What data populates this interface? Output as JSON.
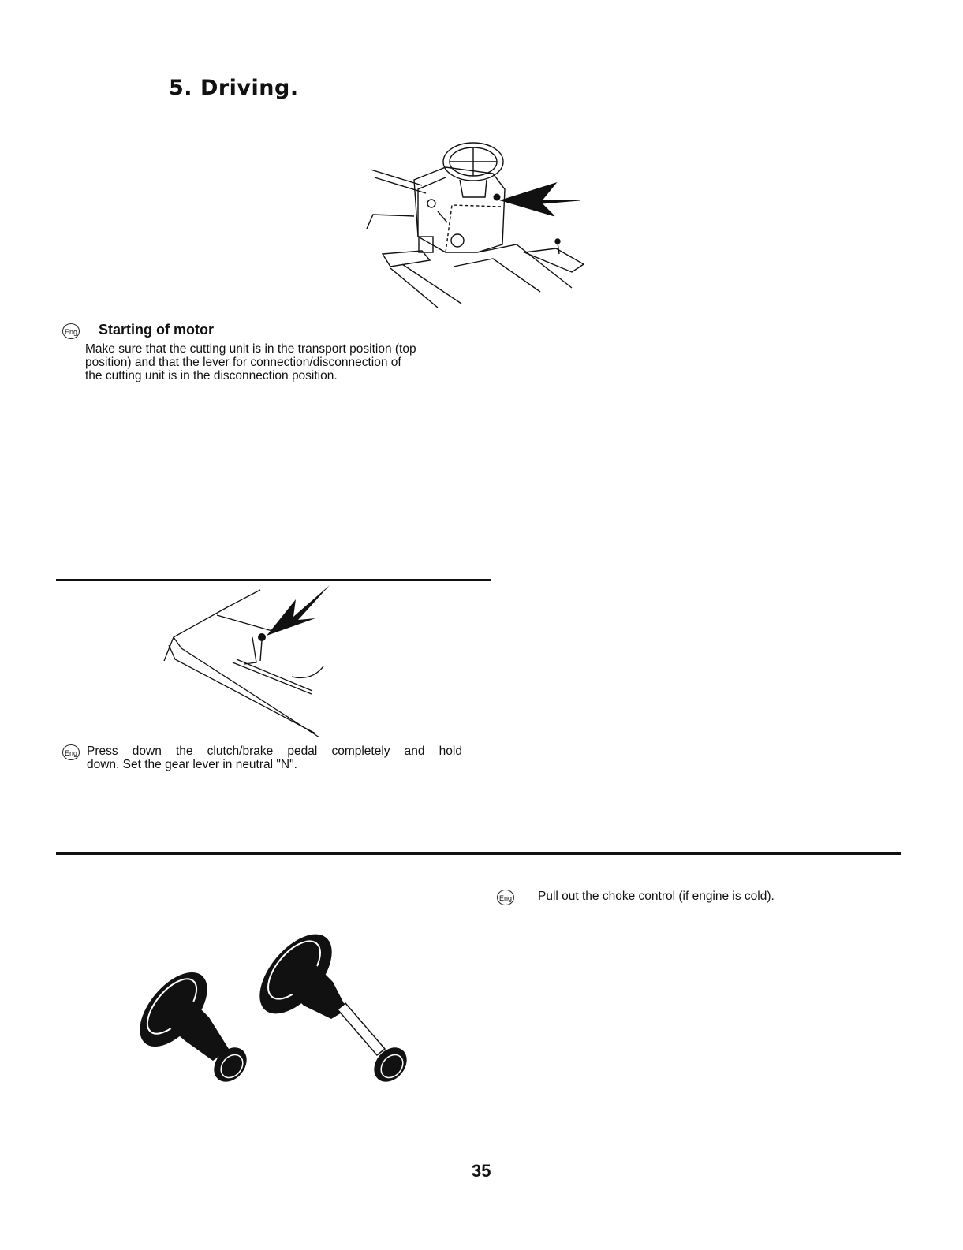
{
  "page": {
    "section_title": "5. Driving.",
    "page_number": "35"
  },
  "lang_badge": "Eng",
  "blocks": [
    {
      "heading": "Starting of motor",
      "lines": [
        "Make sure that the cutting unit is in the transport position (top",
        "position) and that the lever for connection/disconnection of",
        "the cutting unit is in the disconnection position."
      ]
    },
    {
      "lines": [
        "Press down the clutch/brake pedal completely and hold",
        "down. Set the gear lever in neutral \"N\"."
      ]
    },
    {
      "lines": [
        "Pull out the choke control (if engine is cold)."
      ]
    }
  ],
  "figures": {
    "fig1": "tractor-dashboard-with-choke-arrow",
    "fig2": "gear-lever-slot-with-arrow",
    "fig3": "choke-knob-pushed-in-and-pulled-out"
  }
}
